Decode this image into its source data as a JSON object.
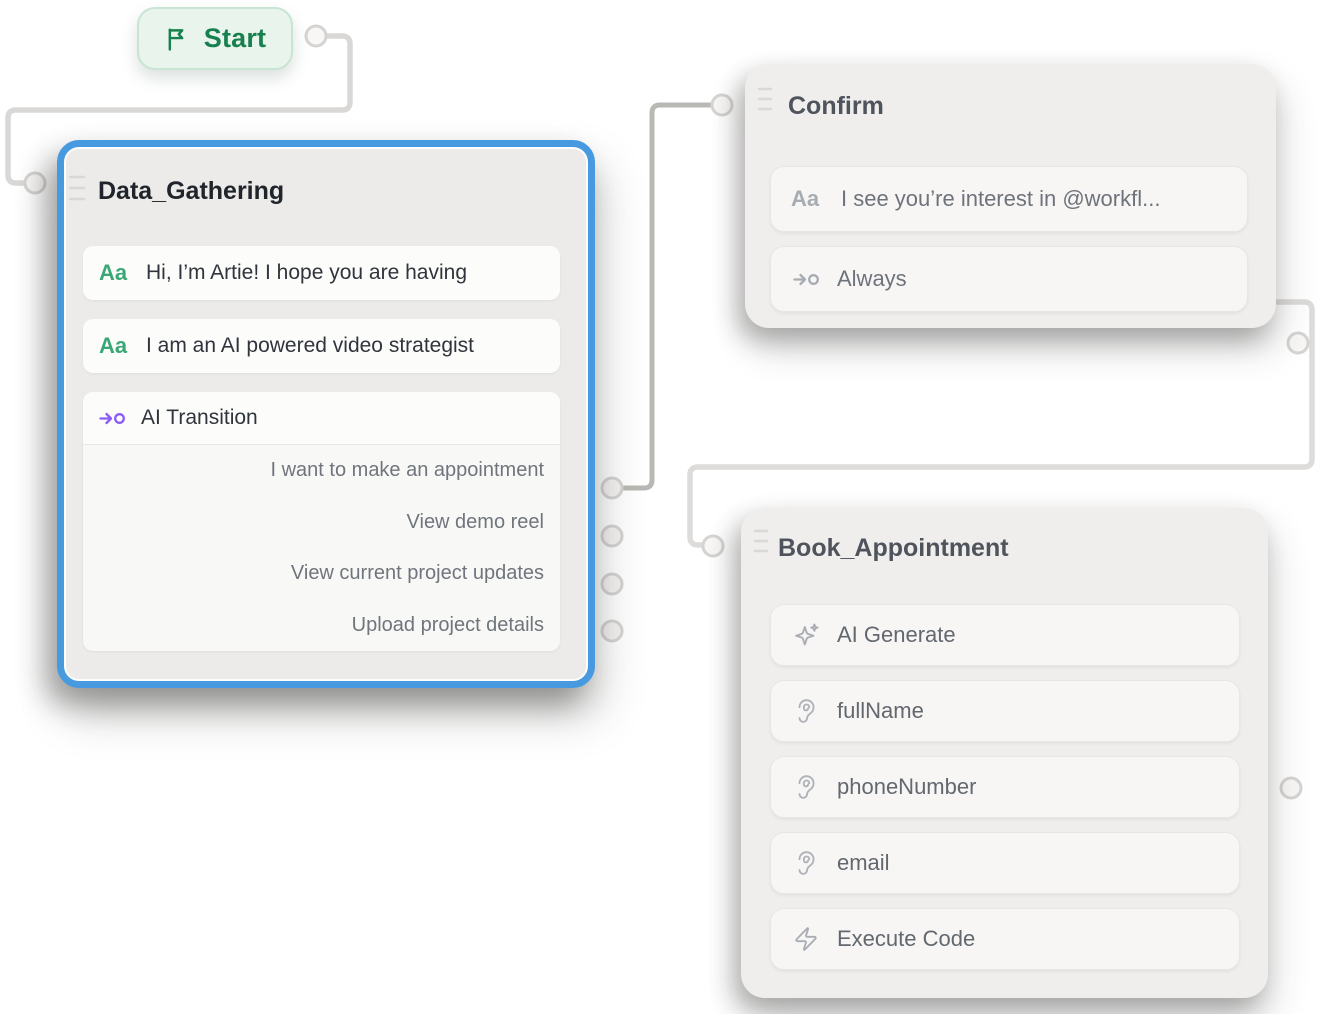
{
  "canvas": {
    "background": "#FFFFFF"
  },
  "glyphs": {
    "text_block": "Aa"
  },
  "colors": {
    "selection_blue": "#479ADF",
    "start_green": "#17804E",
    "start_bg": "#E8F4EC",
    "text_block_green": "#3BA776",
    "transition_purple": "#8B5CF6",
    "node_bg": "#EFEEEC",
    "row_bg": "#F7F6F4",
    "edge_light_gray": "#D9D8D6",
    "edge_mid_gray": "#B9B8B5"
  },
  "start_node": {
    "label": "Start",
    "icon": "flag-icon"
  },
  "nodes": {
    "data_gathering": {
      "title": "Data_Gathering",
      "selected": true,
      "messages": [
        {
          "glyph": "Aa",
          "label": "Hi, I’m Artie! I hope you are having"
        },
        {
          "glyph": "Aa",
          "label": "I am an AI powered video strategist"
        }
      ],
      "transition": {
        "label": "AI Transition",
        "options": [
          "I want to make an appointment",
          "View demo reel",
          "View current project updates",
          "Upload project details"
        ]
      }
    },
    "confirm": {
      "title": "Confirm",
      "rows": [
        {
          "glyph": "Aa",
          "label": "I see you’re interest in @workfl..."
        },
        {
          "icon": "transition-icon",
          "label": "Always"
        }
      ]
    },
    "book_appointment": {
      "title": "Book_Appointment",
      "rows": [
        {
          "icon": "sparkles-icon",
          "label": "AI Generate"
        },
        {
          "icon": "ear-icon",
          "label": "fullName"
        },
        {
          "icon": "ear-icon",
          "label": "phoneNumber"
        },
        {
          "icon": "ear-icon",
          "label": "email"
        },
        {
          "icon": "bolt-icon",
          "label": "Execute Code"
        }
      ]
    }
  }
}
